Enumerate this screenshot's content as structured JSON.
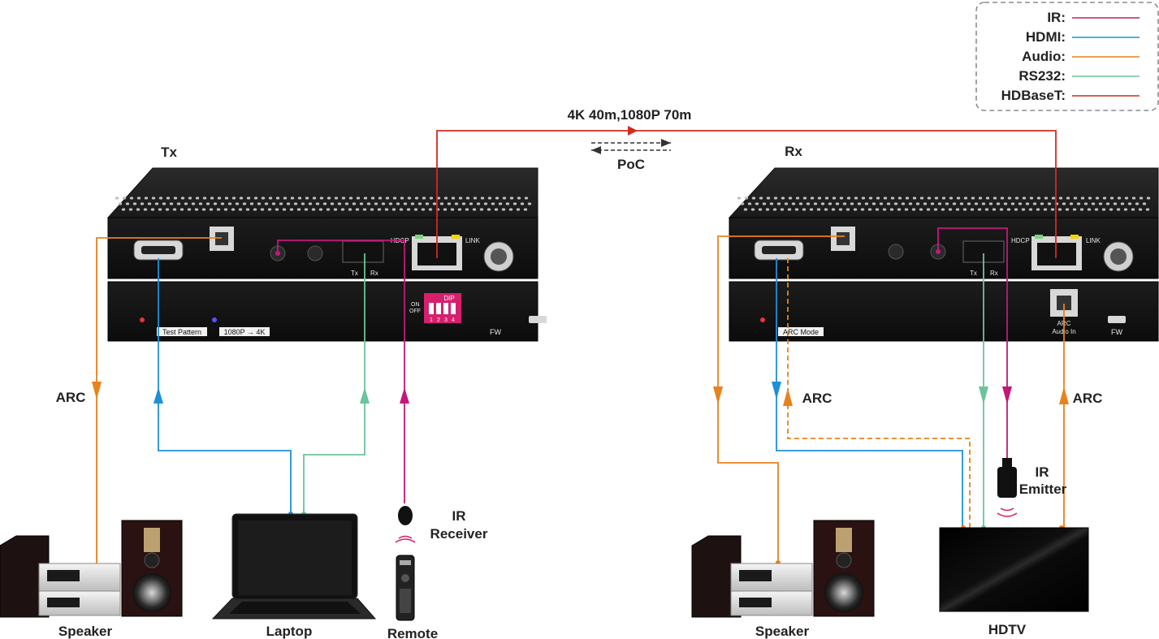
{
  "legend": {
    "items": [
      {
        "label": "IR:",
        "color": "#c2187a"
      },
      {
        "label": "HDMI:",
        "color": "#1e8fd8"
      },
      {
        "label": "Audio:",
        "color": "#e8821c"
      },
      {
        "label": "RS232:",
        "color": "#6cc39c"
      },
      {
        "label": "HDBaseT:",
        "color": "#d42a1f"
      }
    ]
  },
  "link": {
    "distance": "4K 40m,1080P 70m",
    "poc": "PoC"
  },
  "tx": {
    "title": "Tx",
    "hdcp": "HDCP",
    "link": "LINK",
    "serial_tx": "Tx",
    "serial_rx": "Rx",
    "test_pattern": "Test Pattern",
    "upscale": "1080P → 4K",
    "dip_on": "ON",
    "dip_off": "OFF",
    "dip_title": "DIP",
    "dip_nums": [
      "1",
      "2",
      "3",
      "4"
    ],
    "fw": "FW"
  },
  "rx": {
    "title": "Rx",
    "hdcp": "HDCP",
    "link": "LINK",
    "serial_tx": "Tx",
    "serial_rx": "Rx",
    "arc_mode": "ARC Mode",
    "arc_audio_in_1": "ARC",
    "arc_audio_in_2": "Audio In",
    "fw": "FW"
  },
  "labels": {
    "arc_left": "ARC",
    "arc_right1": "ARC",
    "arc_right2": "ARC",
    "ir_receiver_1": "IR",
    "ir_receiver_2": "Receiver",
    "ir_emitter_1": "IR",
    "ir_emitter_2": "Emitter",
    "speaker_left": "Speaker",
    "laptop": "Laptop",
    "remote": "Remote",
    "speaker_right": "Speaker",
    "hdtv": "HDTV"
  }
}
